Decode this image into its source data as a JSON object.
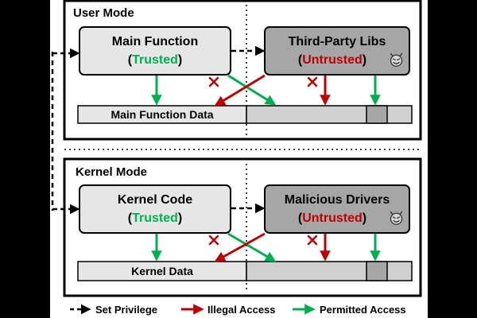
{
  "user_mode": {
    "title": "User Mode",
    "main_box": {
      "name": "Main Function",
      "paren_open": "(",
      "status": "Trusted",
      "paren_close": ")"
    },
    "third_box": {
      "name": "Third-Party Libs",
      "paren_open": "(",
      "status": "Untrusted",
      "paren_close": ")"
    },
    "data_label": "Main Function Data"
  },
  "kernel_mode": {
    "title": "Kernel Mode",
    "main_box": {
      "name": "Kernel Code",
      "paren_open": "(",
      "status": "Trusted",
      "paren_close": ")"
    },
    "third_box": {
      "name": "Malicious Drivers",
      "paren_open": "(",
      "status": "Untrusted",
      "paren_close": ")"
    },
    "data_label": "Kernel Data"
  },
  "legend": {
    "set_privilege": "Set Privilege",
    "illegal_access": "Illegal Access",
    "permitted_access": "Permitted Access"
  },
  "colors": {
    "trusted": "#00b050",
    "untrusted": "#c00000",
    "illegal_arrow": "#c00000",
    "permitted_arrow": "#00b050",
    "trusted_box_fill": "#e6e6e6",
    "untrusted_box_fill": "#a6a6a6"
  },
  "icons": {
    "untrusted_marker": "devil-face-icon",
    "illegal_marker": "red-x-icon"
  }
}
